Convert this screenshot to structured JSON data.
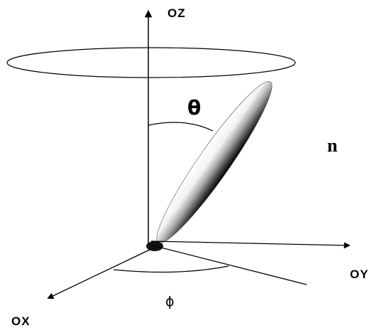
{
  "labels": {
    "z_axis": "OZ",
    "y_axis": "OY",
    "x_axis": "OX",
    "theta": "θ",
    "phi": "ϕ",
    "director": "n"
  }
}
